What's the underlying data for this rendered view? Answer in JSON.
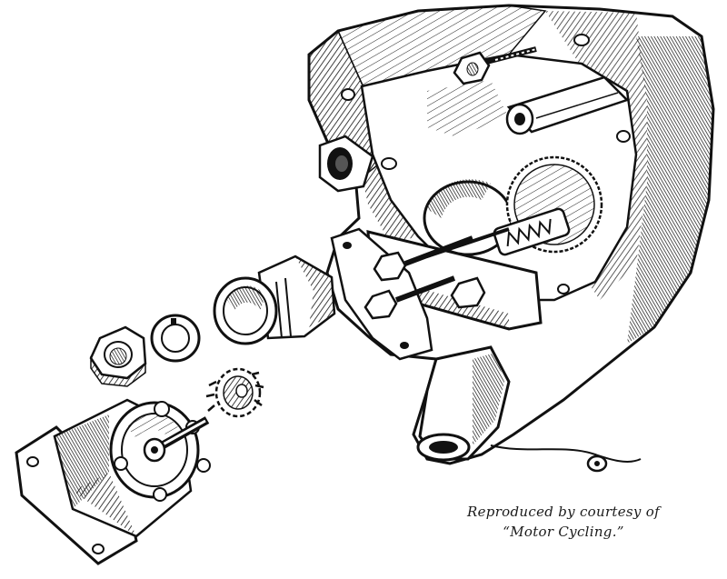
{
  "illustration": {
    "subject": "exploded engraving of a motorcycle gearbox/timing housing with pump body, nut, washer, pinion gear and tapered bush",
    "colors": {
      "ink": "#111111",
      "paper": "#ffffff",
      "shade": "#555555"
    }
  },
  "credit": {
    "line1": "Reproduced by courtesy of",
    "line2": "“Motor Cycling.”"
  }
}
